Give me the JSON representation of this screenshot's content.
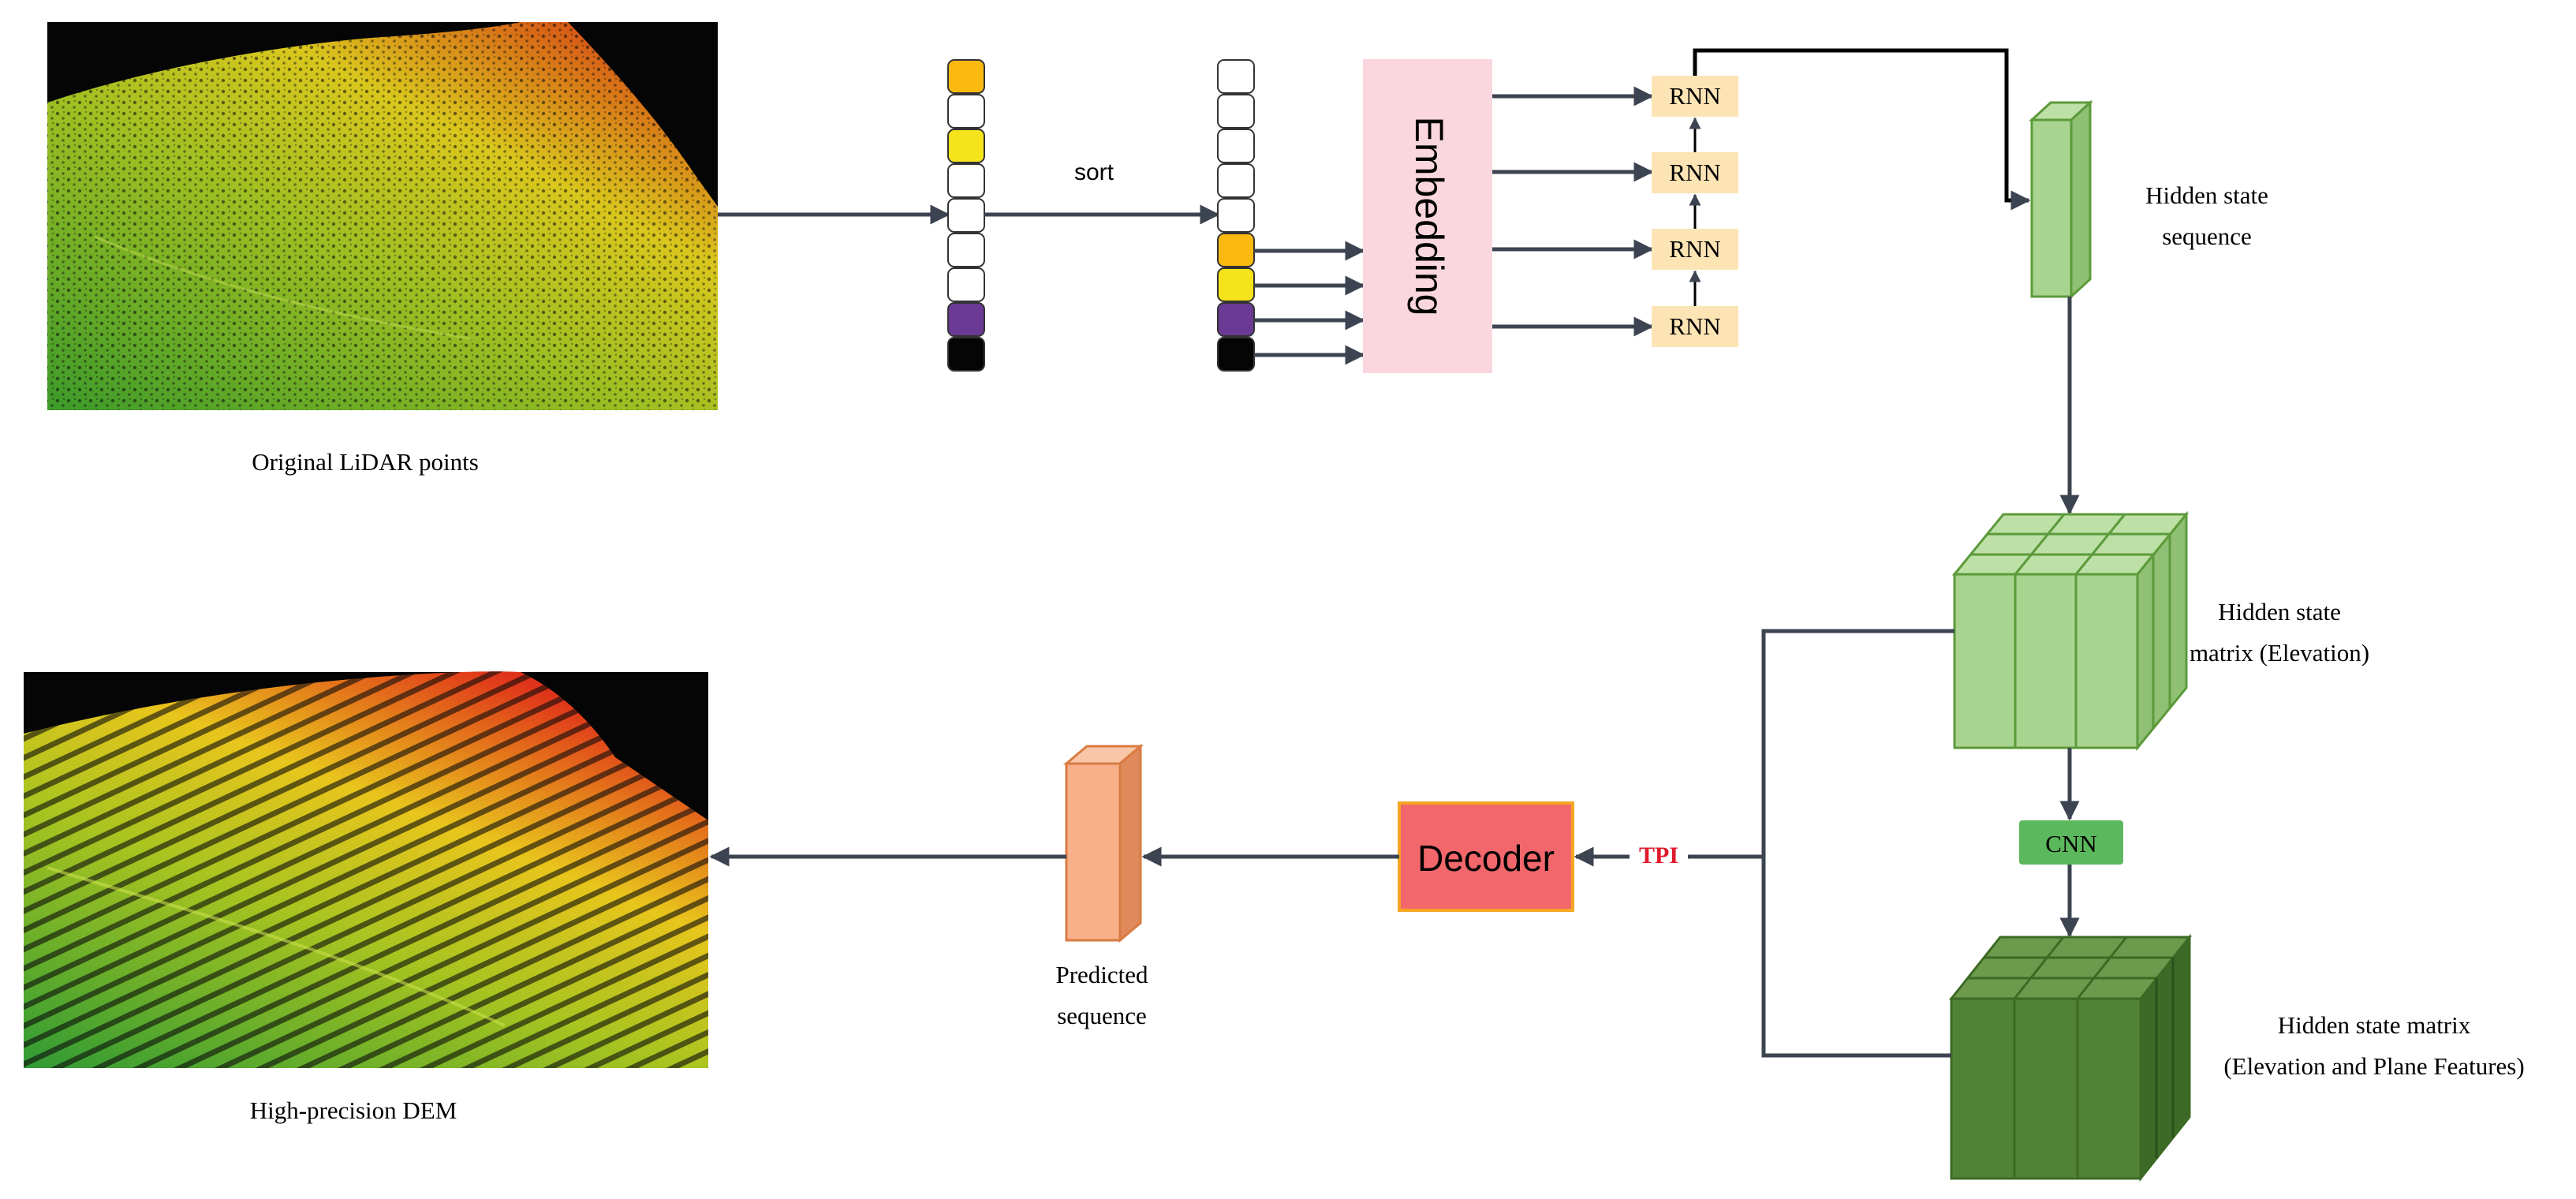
{
  "labels": {
    "original_lidar": "Original LiDAR points",
    "sort": "sort",
    "embedding": "Embedding",
    "rnn": [
      "RNN",
      "RNN",
      "RNN",
      "RNN"
    ],
    "hidden_seq_line1": "Hidden state",
    "hidden_seq_line2": "sequence",
    "hidden_matrix_elev_line1": "Hidden state",
    "hidden_matrix_elev_line2": "matrix (Elevation)",
    "cnn": "CNN",
    "hidden_matrix_plane_line1": "Hidden state matrix",
    "hidden_matrix_plane_line2": "(Elevation and Plane Features)",
    "tpi": "TPI",
    "decoder": "Decoder",
    "predicted_line1": "Predicted",
    "predicted_line2": "sequence",
    "dem": "High-precision DEM"
  },
  "token_colors": {
    "unsorted": [
      "#f9b90f",
      "#ffffff",
      "#f5e31b",
      "#ffffff",
      "#ffffff",
      "#ffffff",
      "#ffffff",
      "#6a3a94",
      "#050505"
    ],
    "sorted": [
      "#ffffff",
      "#ffffff",
      "#ffffff",
      "#ffffff",
      "#ffffff",
      "#f9b90f",
      "#f5e31b",
      "#6a3a94",
      "#050505"
    ]
  },
  "colors": {
    "arrow": "#3d4451",
    "embedding_fill": "#fad7de",
    "rnn_fill": "#fde4b4",
    "hidden_seq_fill": "#a9d490",
    "matrix_elev_fill": "#a9d490",
    "matrix_plane_fill": "#528236",
    "cnn_fill": "#5cb85c",
    "decoder_fill": "#f1676b",
    "decoder_border": "#f5a623",
    "predicted_fill": "#f7b08a",
    "tpi_text": "#e0192d"
  },
  "icons": {
    "lidar_image": "lidar-point-cloud-image",
    "dem_image": "dem-surface-image"
  }
}
